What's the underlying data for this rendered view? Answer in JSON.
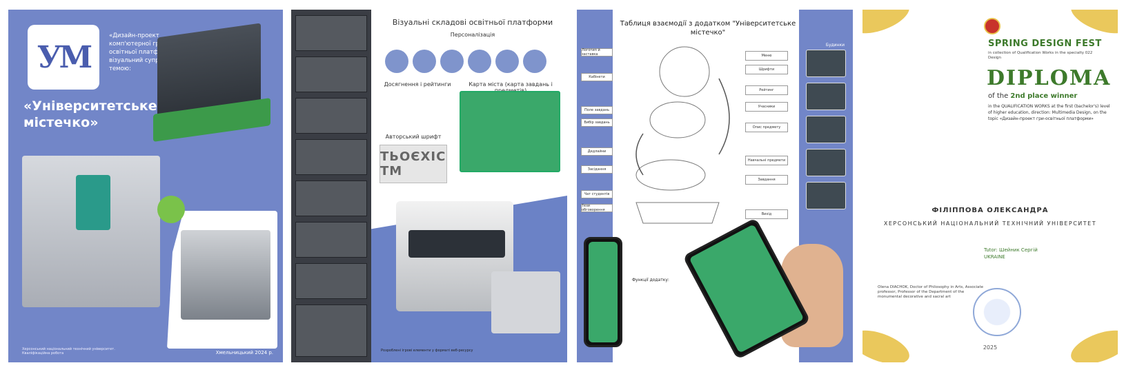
{
  "panel1": {
    "logo_text": "УМ",
    "description": "«Дизайн-проект комп'ютерної гри-освітньої платформи та візуальний супровід за темою:",
    "title": "«Університетське містечко»",
    "footer": "Херсонський національний технічний університет. Кваліфікаційна робота",
    "year": "Хмельницький 2024 р."
  },
  "panel2": {
    "heading": "Візуальні складові освітньої платформи",
    "personalization": "Персоналізація",
    "achievements": "Досягнення і рейтинги",
    "city_map": "Карта міста (карта завдань і предметів)",
    "author_font": "Авторський шрифт",
    "font_sample": "ТЬОЄХІС ТМ",
    "note": "Розроблені ігрові елементи у форматі веб-ресурсу"
  },
  "panel3": {
    "heading": "Таблиця взаємодії з додатком \"Університетське містечко\"",
    "buildings_label": "Будинки",
    "left_labels": [
      "Логотип й заставка",
      "Кабінети",
      "Поле завдань",
      "Вибір завдань",
      "Дедлайни",
      "Засідання",
      "Чат студентів",
      "Тези обговорення"
    ],
    "right_labels": [
      "Меню",
      "Шрифти",
      "Рейтинг",
      "Учасники",
      "Опис предмету",
      "Навчальні предмети",
      "Завдання",
      "Вихід"
    ],
    "purpose_heading": "Функції додатку:"
  },
  "panel4": {
    "fest": "SPRING DESIGN FEST",
    "fest_sub": "in collection of Qualification Works in the specialty 022 Design",
    "diploma": "DIPLOMA",
    "place_prefix": "of the",
    "place": "2nd place winner",
    "body": "in the QUALIFICATION WORKS at the first (bachelor's) level of higher education, direction: Multimedia Design, on the topic «Дизайн-проект гри-освітньої платформи»",
    "name": "ФІЛІППОВА ОЛЕКСАНДРА",
    "university": "ХЕРСОНСЬКИЙ НАЦІОНАЛЬНИЙ ТЕХНІЧНИЙ УНІВЕРСИТЕТ",
    "tutor": "Tutor: Шейник Сергій",
    "country": "UKRAINE",
    "signature": "Olena DIACHOK, Doctor of Philosophy in Arts, Associate professor, Professor of the Department of the monumental decorative and sacral art",
    "year": "2025"
  }
}
